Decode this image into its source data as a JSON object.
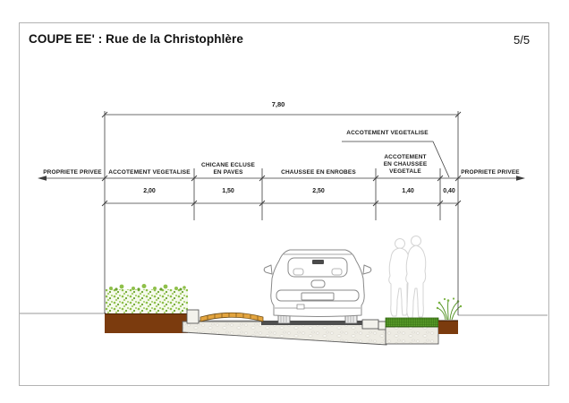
{
  "page": {
    "title": "COUPE EE' : Rue de la Christophlère",
    "page_number": "5/5"
  },
  "dim_chain": {
    "total": "7,80",
    "callout_label": "ACCOTEMENT VEGETALISE",
    "labels": [
      "PROPRIETE PRIVEE",
      "ACCOTEMENT VEGETALISE",
      "CHICANE ECLUSE\nEN PAVES",
      "CHAUSSEE EN ENROBES",
      "ACCOTEMENT\nEN CHAUSSEE\nVEGETALE",
      "PROPRIETE PRIVEE"
    ],
    "values": [
      "2,00",
      "1,50",
      "2,50",
      "1,40",
      "0,40"
    ]
  },
  "colors": {
    "soil_brown": "#7b3b0e",
    "paver_amber": "#e3a43e",
    "asphalt_gray": "#4e4e4e",
    "grass_pavers_green": "#5fa42d",
    "vegetation_green": "#8fc04a",
    "line_gray": "#3c3c3c"
  }
}
